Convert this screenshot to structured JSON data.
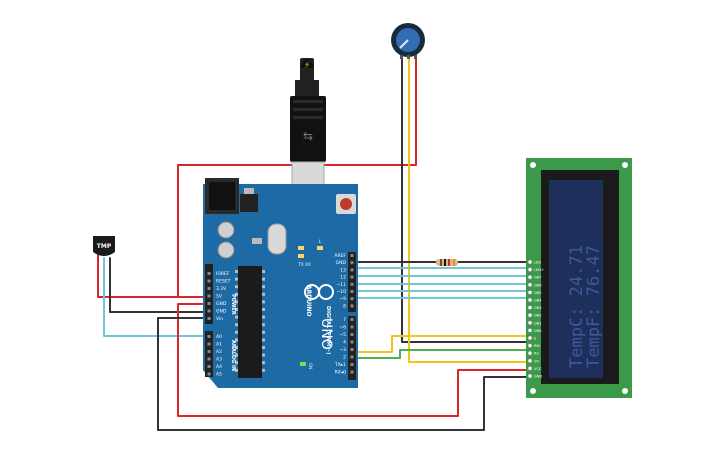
{
  "sensor": {
    "label": "TMP"
  },
  "arduino": {
    "brand": "ARDUINO",
    "model": "UNO",
    "on_label": "ON",
    "tx_label": "TX",
    "rx_label": "RX",
    "l_label": "L",
    "power_header_title": "POWER",
    "analog_header_title": "ANALOG IN",
    "digital_header_title": "DIGITAL (PWM ~)",
    "power_pins": [
      "IOREF",
      "RESET",
      "3.3V",
      "5V",
      "GND",
      "GND",
      "Vin"
    ],
    "analog_pins": [
      "A0",
      "A1",
      "A2",
      "A3",
      "A4",
      "A5"
    ],
    "digital_top_pins": [
      "AREF",
      "GND",
      "13",
      "12",
      "~11",
      "~10",
      "~9",
      "8"
    ],
    "digital_bottom_pins": [
      "7",
      "~6",
      "~5",
      "4",
      "~3",
      "2",
      "TX▸1",
      "RX◂0"
    ]
  },
  "lcd": {
    "line1": "TempC: 24.71",
    "line2": "TempF: 76.47",
    "pins": [
      "LED",
      "LED+",
      "DB7",
      "DB6",
      "DB5",
      "DB4",
      "DB3",
      "DB2",
      "DB1",
      "DB0",
      "E",
      "RW",
      "RS",
      "VO",
      "VCC",
      "GND"
    ]
  },
  "colors": {
    "board_blue": "#1d6aa5",
    "lcd_green": "#3b9a4a",
    "lcd_screen": "#1e2f5c",
    "lcd_text": "#3c5a9a",
    "wire_red": "#d9262a",
    "wire_black": "#333333",
    "wire_yellow": "#f0c419",
    "wire_green": "#4caf50",
    "wire_cyan": "#6ec6d8"
  }
}
